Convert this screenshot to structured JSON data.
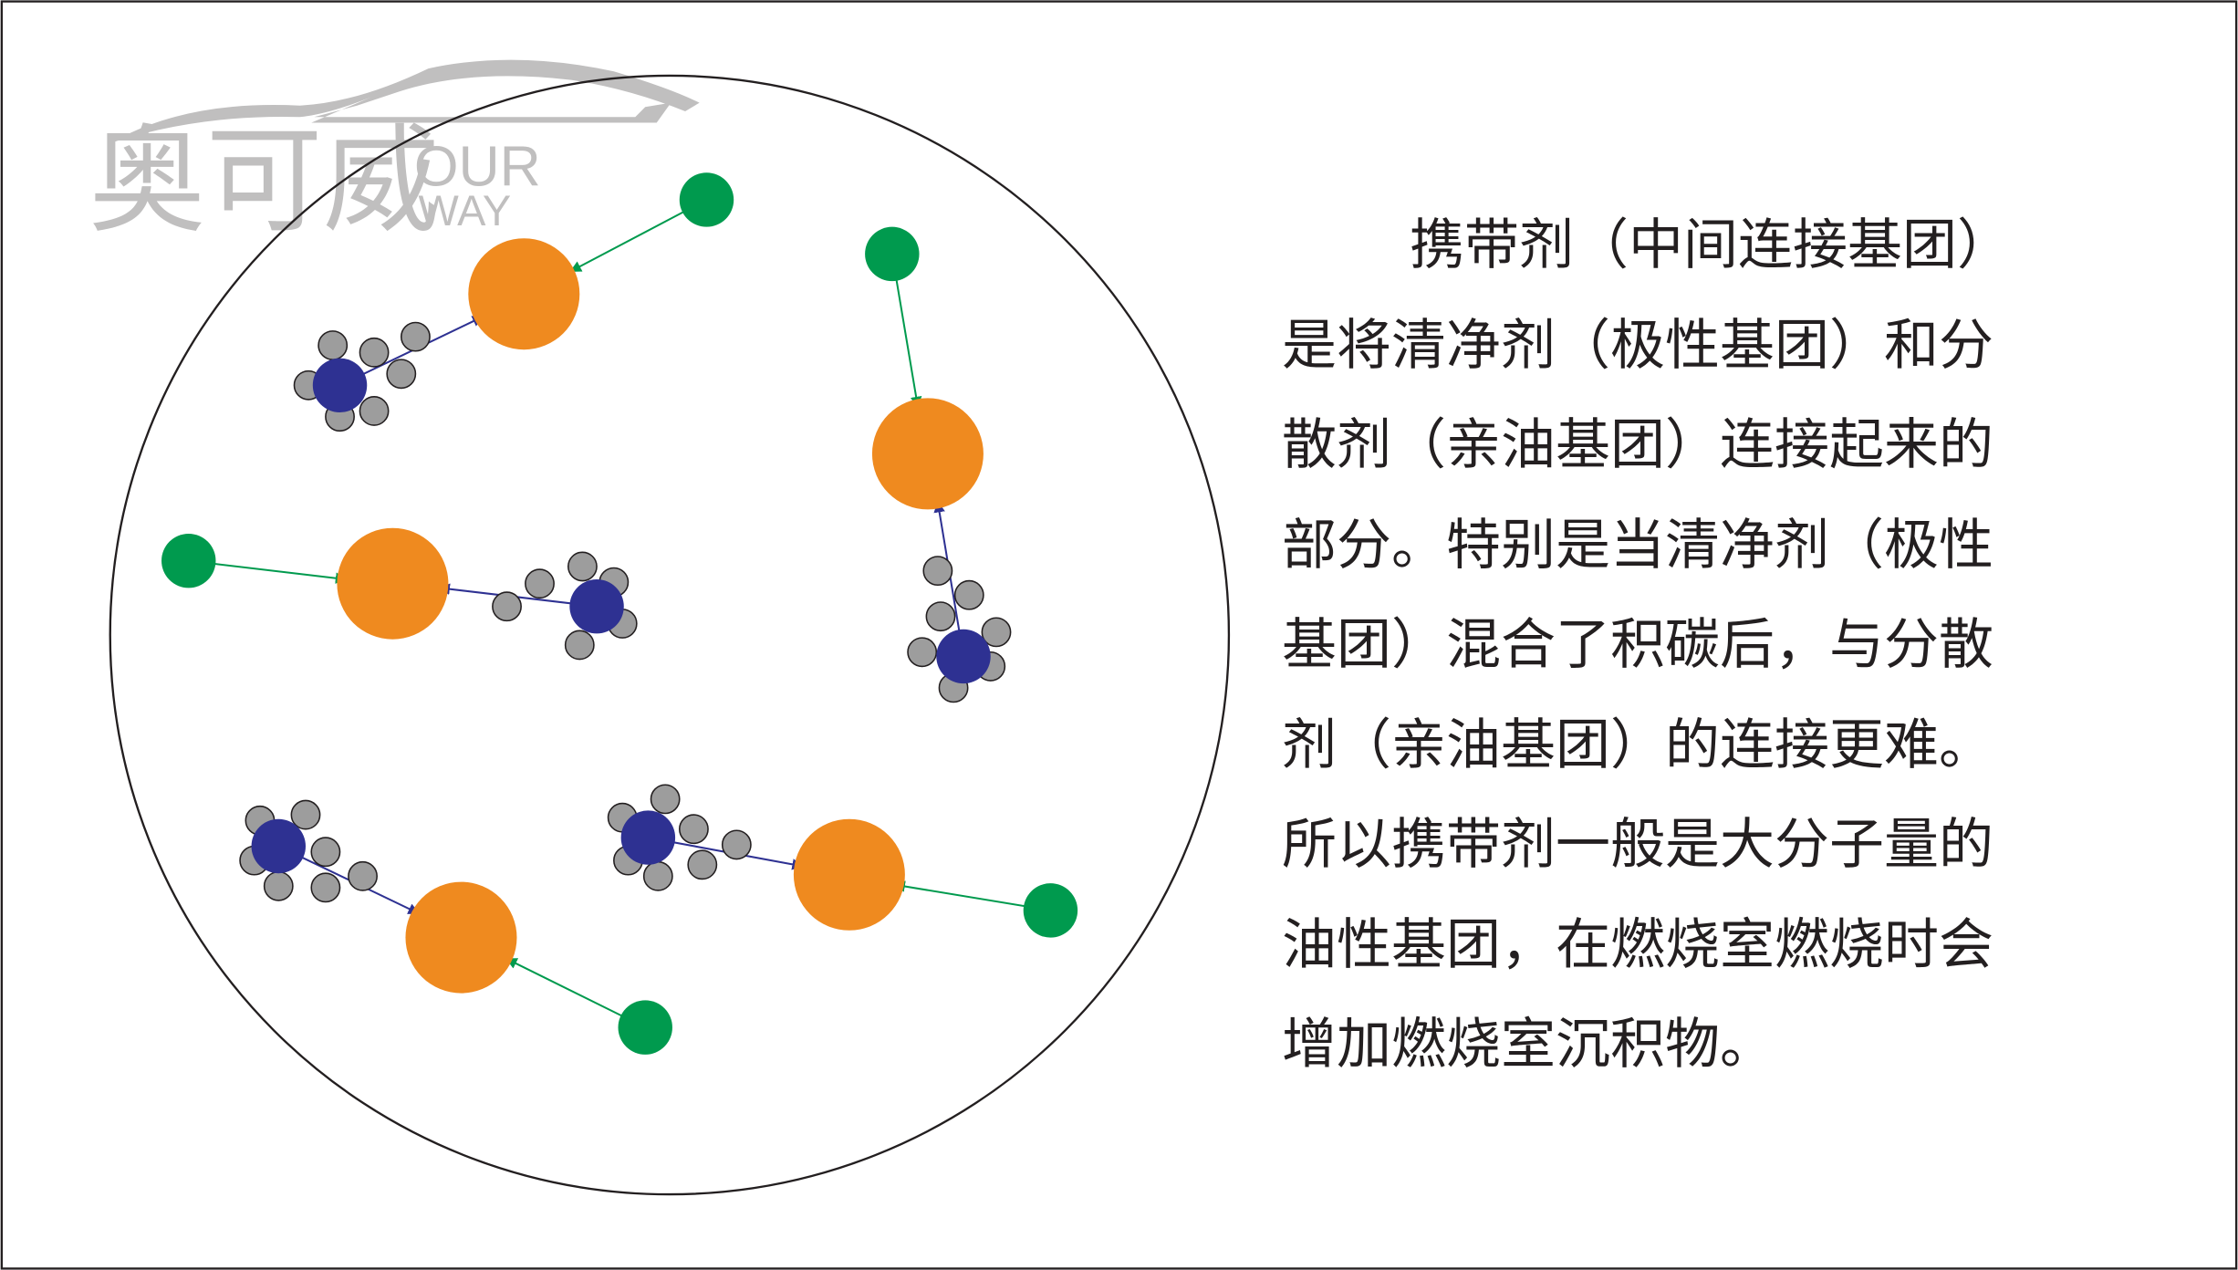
{
  "logo": {
    "cn": "奥可威",
    "en_top": "OUR",
    "en_bottom": "WAY"
  },
  "colors": {
    "polar": "#ef8a1f",
    "carrier": "#2e3192",
    "dispersant_chain": "#9d9d9d",
    "oil": "#009a4e",
    "logo": "#c0bfbf"
  },
  "description": {
    "lines": [
      "携带剂（中间连接基团）",
      "是将清净剂（极性基团）和分",
      "散剂（亲油基团）连接起来的",
      "部分。特别是当清净剂（极性",
      "基团）混合了积碳后，与分散",
      "剂（亲油基团）的连接更难。",
      "所以携带剂一般是大分子量的",
      "油性基团，在燃烧室燃烧时会",
      "增加燃烧室沉积物。"
    ]
  }
}
